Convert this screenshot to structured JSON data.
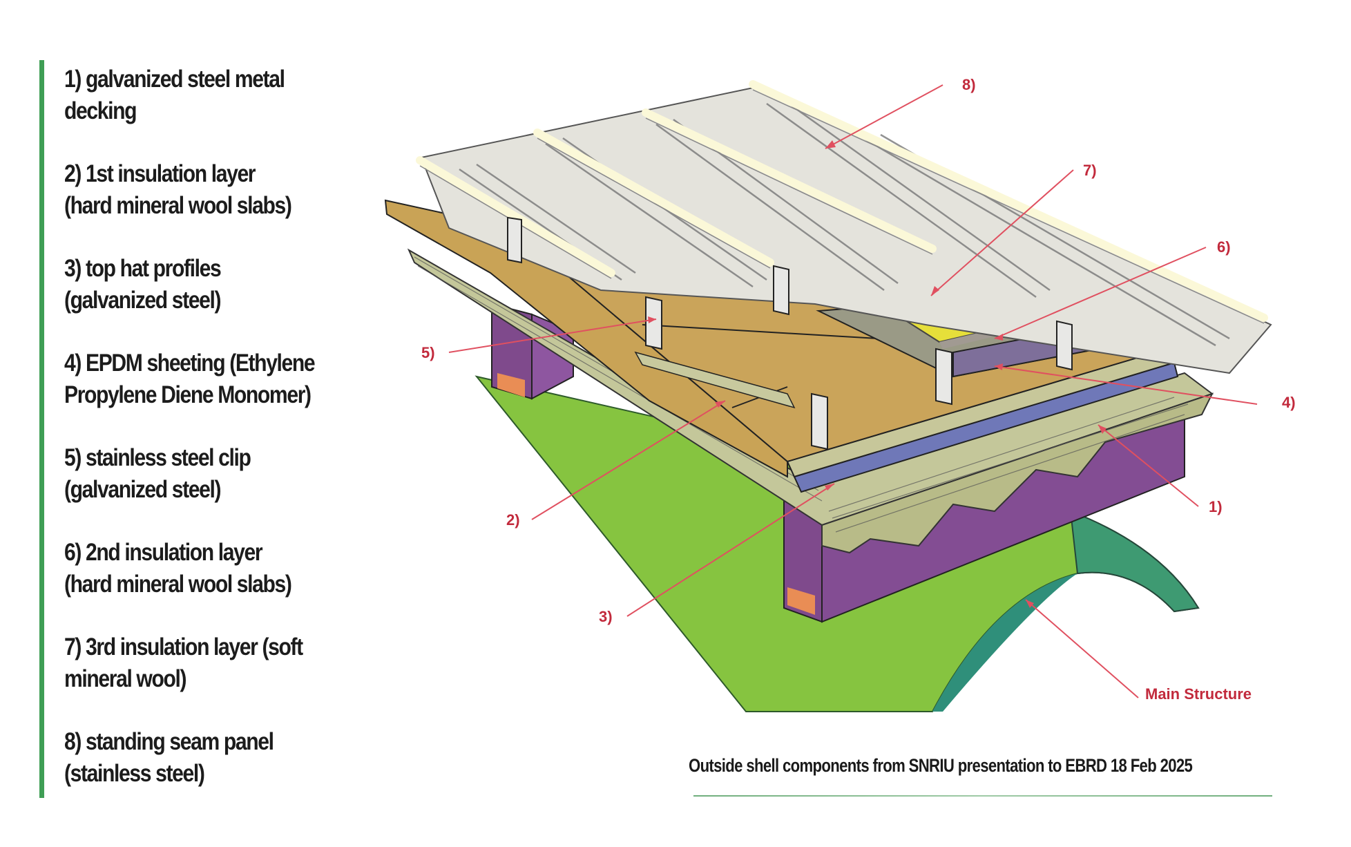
{
  "legend": {
    "items": [
      {
        "number": "1)",
        "line1": "1) galvanized steel metal",
        "line2": "decking"
      },
      {
        "number": "2)",
        "line1": "2) 1st insulation layer",
        "line2": "(hard mineral wool slabs)"
      },
      {
        "number": "3)",
        "line1": "3) top hat profiles",
        "line2": "(galvanized steel)"
      },
      {
        "number": "4)",
        "line1": "4) EPDM sheeting (Ethylene",
        "line2": "Propylene Diene Monomer)"
      },
      {
        "number": "5)",
        "line1": "5) stainless steel clip",
        "line2": "(galvanized steel)"
      },
      {
        "number": "6)",
        "line1": "6) 2nd insulation layer",
        "line2": "(hard mineral wool slabs)"
      },
      {
        "number": "7)",
        "line1": "7) 3rd insulation layer (soft",
        "line2": "mineral wool)"
      },
      {
        "number": "8)",
        "line1": "8) standing seam panel",
        "line2": "(stainless steel)"
      }
    ]
  },
  "diagram": {
    "callouts": {
      "c1": "1)",
      "c2": "2)",
      "c3": "3)",
      "c4": "4)",
      "c5": "5)",
      "c6": "6)",
      "c7": "7)",
      "c8": "8)",
      "main": "Main Structure"
    },
    "colors": {
      "callout": "#c22a3c",
      "accent_bar": "#3f9e55",
      "main_structure": "#86c440",
      "beam": "#7f4a8c",
      "insulation_hard": "#c9a356",
      "insulation_soft": "#e6df3a",
      "epdm": "#6f78b8",
      "panel": "#e4e3dc"
    }
  },
  "caption": {
    "text": "Outside shell components from SNRIU presentation to EBRD 18 Feb 2025"
  }
}
